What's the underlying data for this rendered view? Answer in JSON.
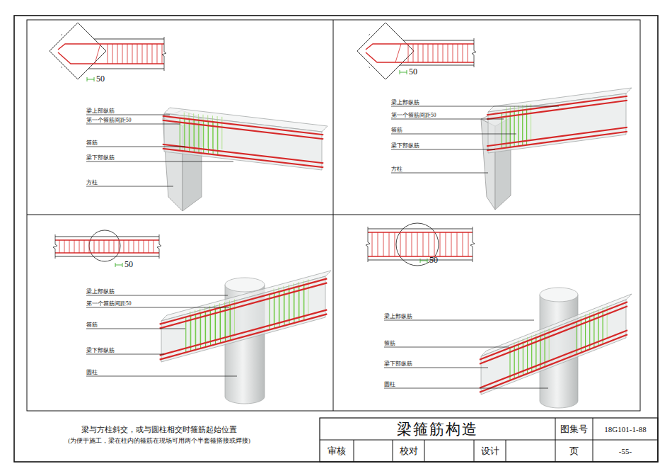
{
  "diagram": {
    "title": "梁箍筋构造",
    "caption": "梁与方柱斜交，或与圆柱相交时箍筋起始位置",
    "nodes": [
      {
        "text": [
          "50",
          "梁上部纵筋",
          "第一个箍筋间距50",
          "箍筋",
          "梁下部纵筋",
          "方柱"
        ]
      },
      {
        "text": [
          "50",
          "梁上部纵筋",
          "第一个箍筋间距50",
          "箍筋",
          "梁下部纵筋",
          "方柱"
        ]
      },
      {
        "text": [
          "50",
          "梁上部纵筋",
          "第一个箍筋间距50",
          "箍筋",
          "梁下部纵筋",
          "圆柱"
        ]
      },
      {
        "text": [
          "50",
          "梁上部纵筋",
          "箍筋",
          "梁下部纵筋",
          "圆柱"
        ]
      }
    ],
    "labels": [
      "(为便于施工，梁在柱内的箍筋在现场可用两个半套箍搭接或焊接)",
      "图集号",
      "18G101-1-88",
      "审核",
      "校对",
      "设计",
      "页",
      "-55-"
    ]
  }
}
